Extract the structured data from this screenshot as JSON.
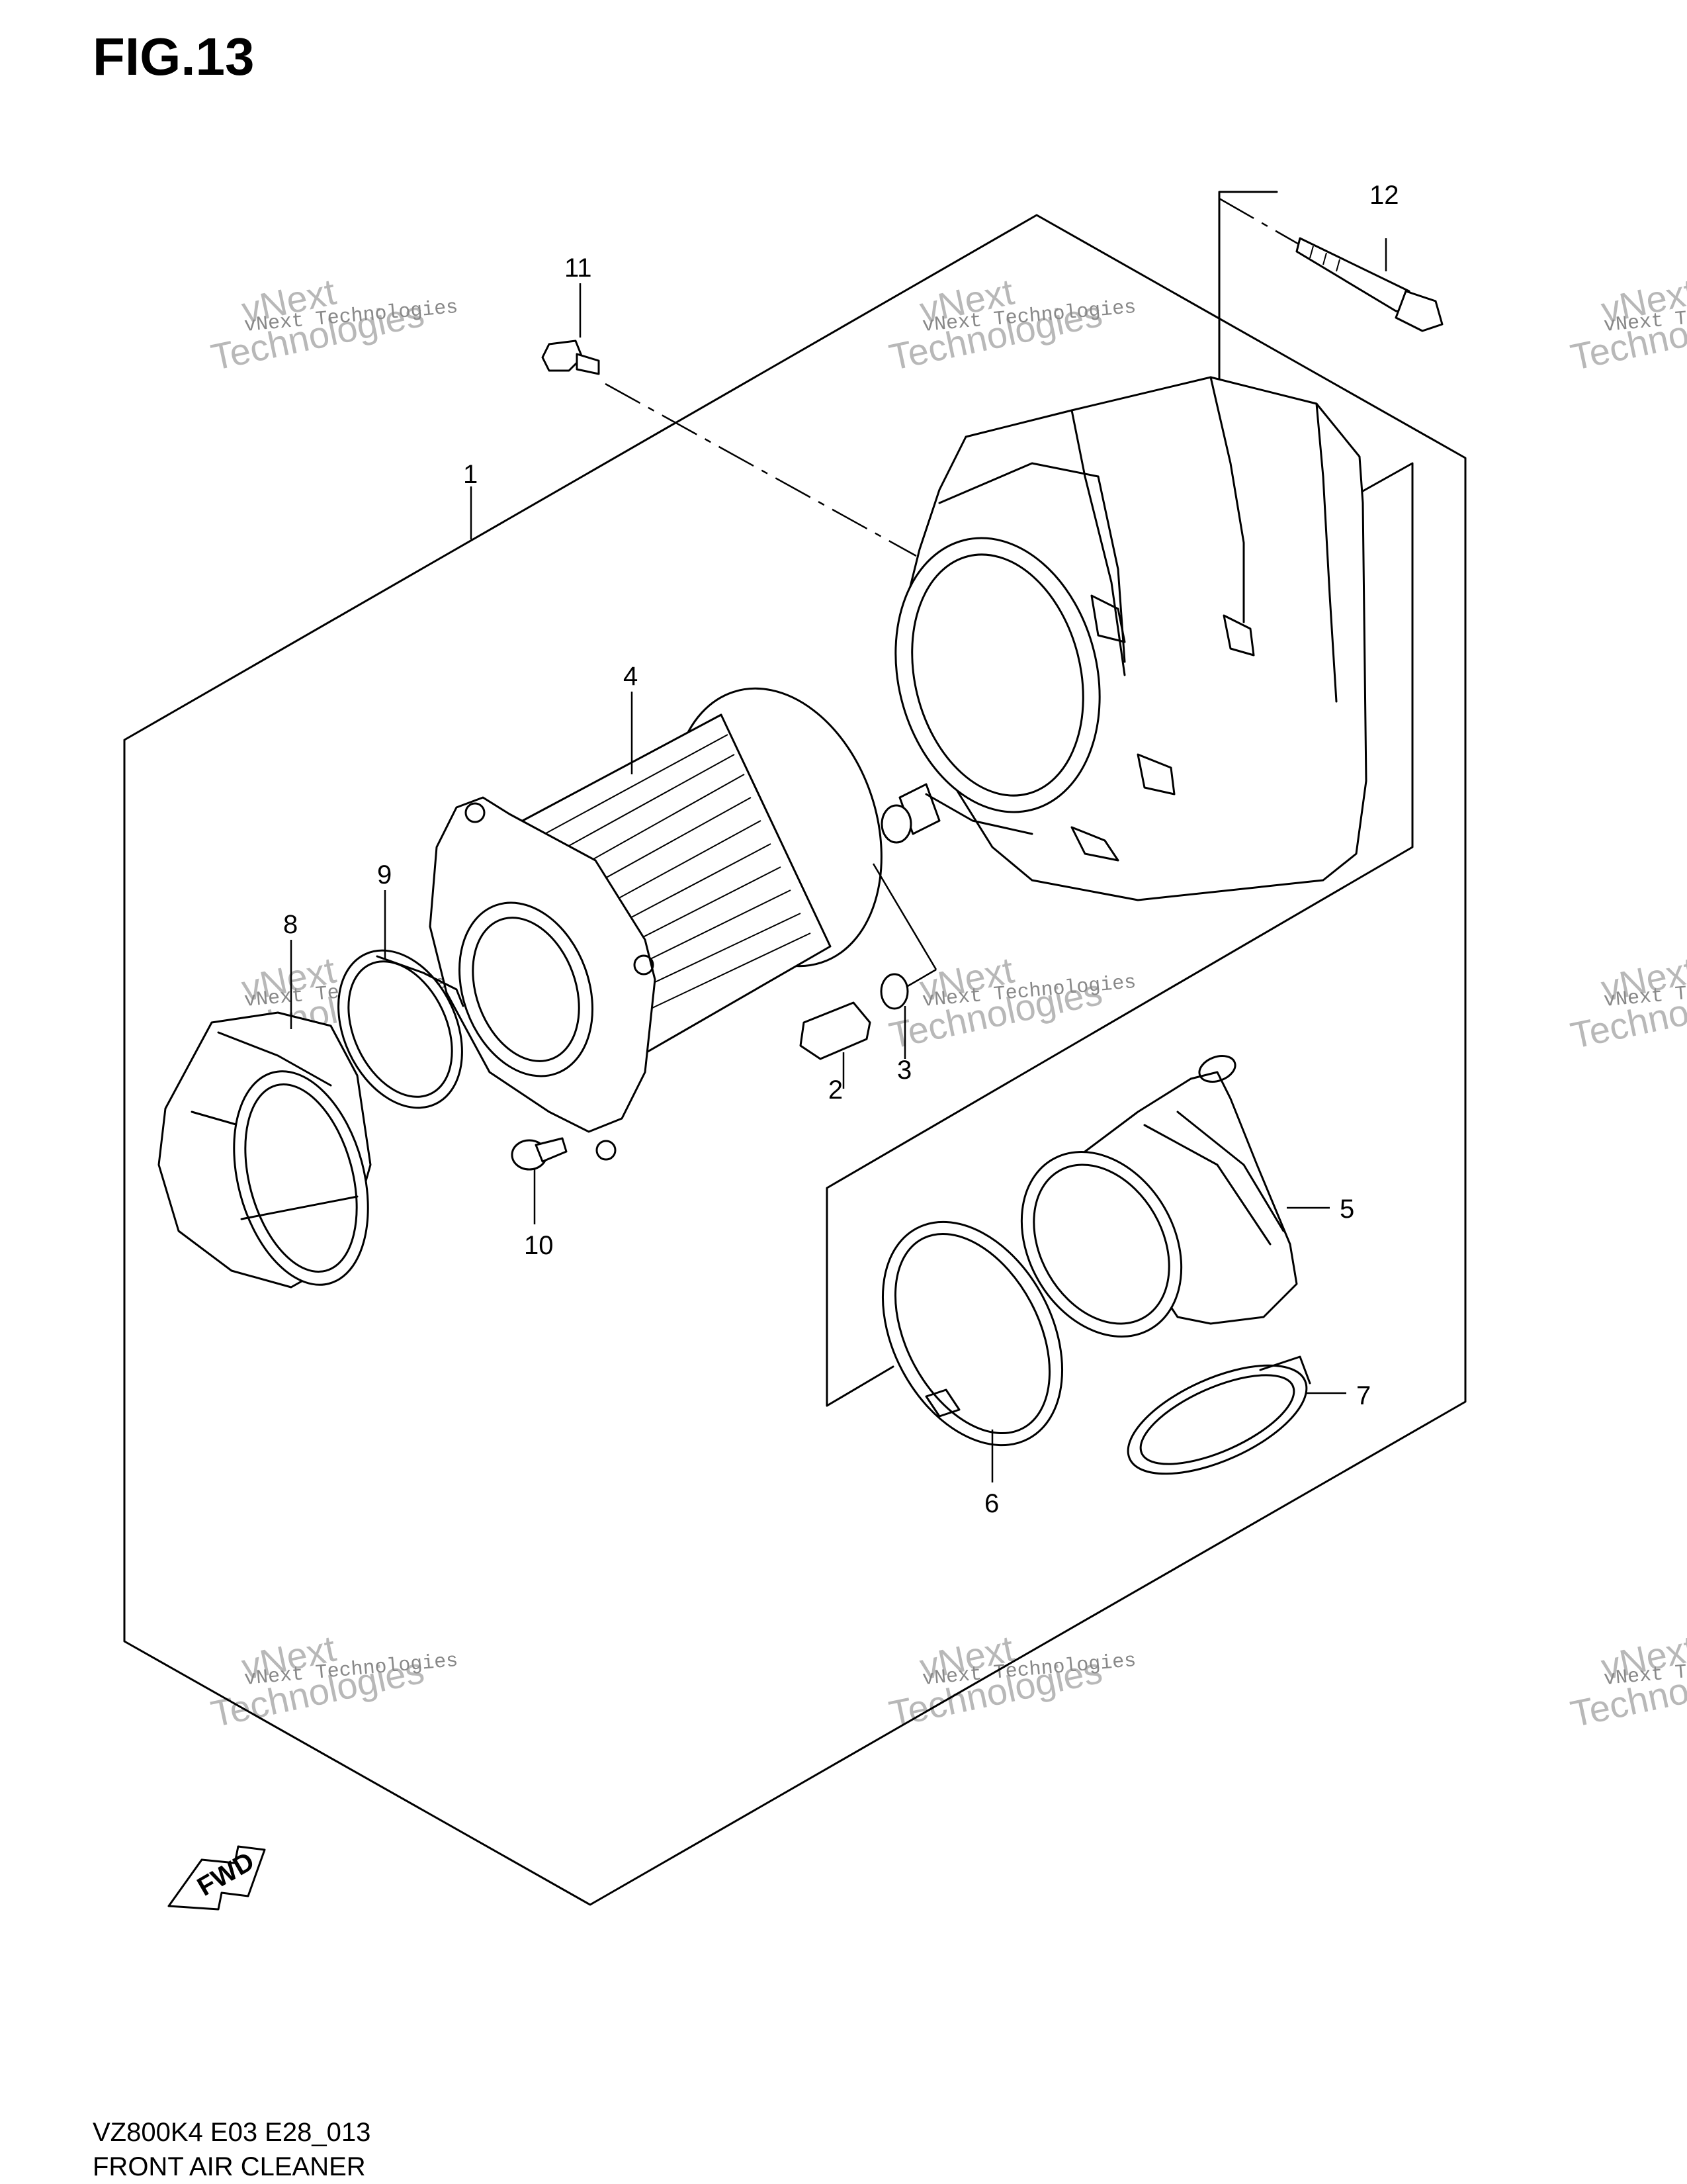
{
  "figure": {
    "title": "FIG.13",
    "drawing_code": "VZ800K4 E03 E28_013",
    "drawing_name": "FRONT AIR CLEANER"
  },
  "watermark": {
    "small_text": "vNext Technologies",
    "big_line1": "vNext",
    "big_line2": "Technologies"
  },
  "callouts": {
    "c1": "1",
    "c2": "2",
    "c3": "3",
    "c4": "4",
    "c5": "5",
    "c6": "6",
    "c7": "7",
    "c8": "8",
    "c9": "9",
    "c10": "10",
    "c11": "11",
    "c12": "12"
  },
  "direction_badge": "FWD",
  "colors": {
    "ink": "#000000",
    "watermark": "#b8b8b8"
  }
}
